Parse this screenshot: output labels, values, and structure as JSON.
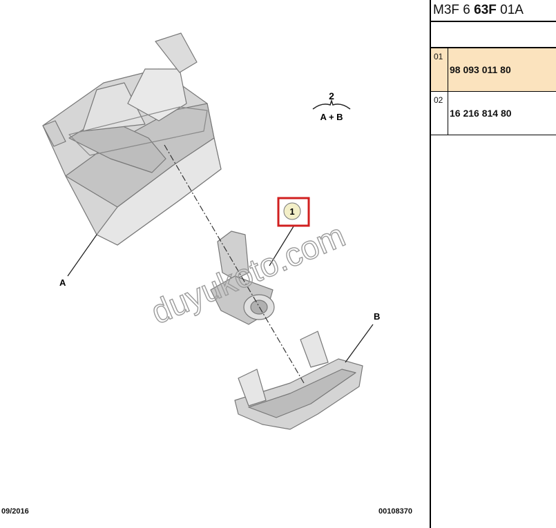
{
  "diagram": {
    "labels": {
      "a": "A",
      "b": "B",
      "callout": "1",
      "group_number": "2",
      "group_formula": "A + B"
    },
    "watermark": "duyukoto.com",
    "highlight_color": "#d11f1f"
  },
  "reference": {
    "prefix": "M3F 6",
    "code": "63F",
    "suffix": "01A"
  },
  "parts": [
    {
      "index": "01",
      "number": "98 093 011 80",
      "highlight": true,
      "color": "#fbe3be"
    },
    {
      "index": "02",
      "number": "16 216 814 80",
      "highlight": false
    }
  ],
  "footer": {
    "date": "09/2016",
    "doc_number": "00108370"
  }
}
